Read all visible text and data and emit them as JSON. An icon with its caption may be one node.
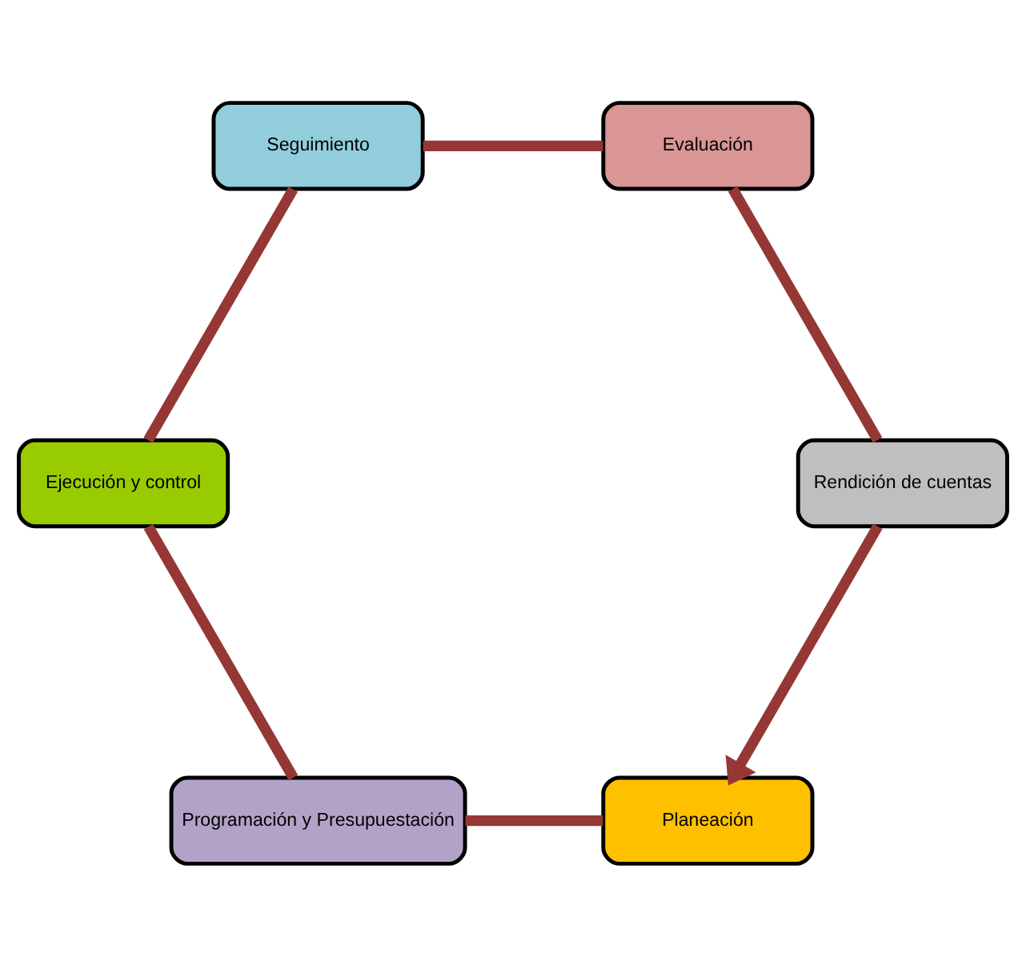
{
  "diagram": {
    "nodes": [
      {
        "text": [
          "Planeación"
        ]
      },
      {
        "text": [
          "Programación y Presupuestación"
        ]
      },
      {
        "text": [
          "Ejecución y control"
        ]
      },
      {
        "text": [
          "Seguimiento"
        ]
      },
      {
        "text": [
          "Evaluación"
        ]
      },
      {
        "text": [
          "Rendición de cuentas"
        ]
      }
    ],
    "edges": [
      {
        "from": 0,
        "to": 1,
        "arrow": "none",
        "color": "#953735"
      },
      {
        "from": 1,
        "to": 2,
        "arrow": "none",
        "color": "#953735"
      },
      {
        "from": 2,
        "to": 3,
        "arrow": "none",
        "color": "#953735"
      },
      {
        "from": 3,
        "to": 4,
        "arrow": "none",
        "color": "#953735"
      },
      {
        "from": 4,
        "to": 5,
        "arrow": "none",
        "color": "#953735"
      },
      {
        "from": 5,
        "to": 0,
        "arrow": "to",
        "color": "#953735"
      }
    ]
  }
}
